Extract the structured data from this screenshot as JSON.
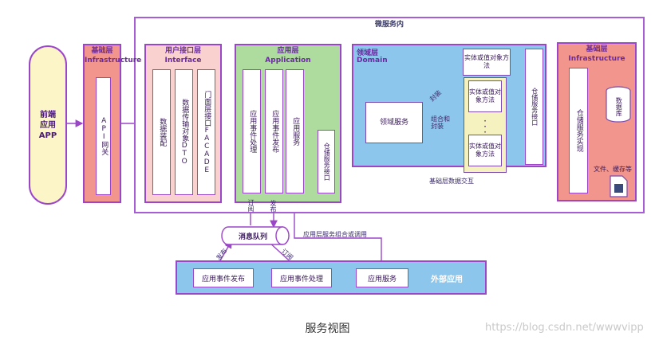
{
  "frontend": {
    "label": "前端\n应用\nAPP"
  },
  "microservice": {
    "title": "微服务内"
  },
  "infra_left": {
    "title1": "基础层",
    "title2": "Infrastructure",
    "gateway": "API网关"
  },
  "interface": {
    "title1": "用户接口层",
    "title2": "Interface",
    "lanes": [
      "数据装配",
      "数据传输对象DTO",
      "门面层接口FACADE"
    ]
  },
  "application": {
    "title1": "应用层",
    "title2": "Application",
    "lanes": [
      "应用事件处理",
      "应用事件发布",
      "应用服务"
    ],
    "repo_interface": "仓储服务接口"
  },
  "domain": {
    "title1": "领域层",
    "title2": "Domain",
    "domain_service": "领域服务",
    "entity_methods": "实体或值对象方法",
    "entity_a": "实体或值对象方法",
    "entity_b": "实体或值对象方法",
    "dots": "·\n·\n·",
    "repo_interface": "仓储服务接口",
    "label_encap": "封装",
    "label_combine": "组合和封装"
  },
  "infra_right": {
    "title1": "基础层",
    "title2": "Infrastructure",
    "repo_impl": "仓储服务实现",
    "database": "数据库",
    "file_cache": "文件、缓存等"
  },
  "message_queue": {
    "label": "消息队列"
  },
  "external": {
    "title": "外部应用",
    "buttons": [
      "应用事件发布",
      "应用事件处理",
      "应用服务"
    ]
  },
  "edge_labels": {
    "subscribe_up": "订阅",
    "publish_up": "发布",
    "publish_down": "发布",
    "subscribe_down": "订阅",
    "app_combine_call": "应用层服务组合或调用",
    "infra_data_interaction": "基础层数据交互"
  },
  "caption": "服务视图",
  "watermark": "https://blog.csdn.net/wwwvipp",
  "colors": {
    "accent": "#9b45c9",
    "blue": "#8dc6ec",
    "green": "#aedb9e",
    "pink": "#f9d2cf",
    "salmon": "#f2958c"
  }
}
